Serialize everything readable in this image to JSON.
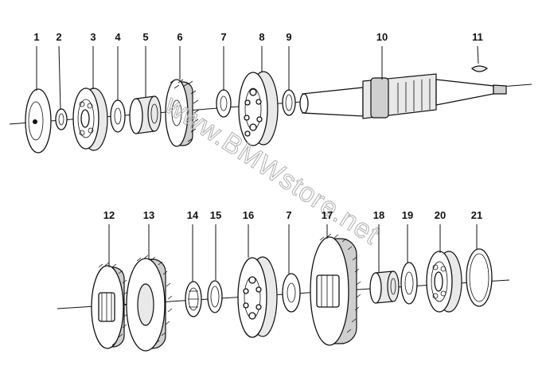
{
  "callouts": [
    {
      "id": "c1",
      "label": "1"
    },
    {
      "id": "c2",
      "label": "2"
    },
    {
      "id": "c3",
      "label": "3"
    },
    {
      "id": "c4",
      "label": "4"
    },
    {
      "id": "c5",
      "label": "5"
    },
    {
      "id": "c6",
      "label": "6"
    },
    {
      "id": "c7a",
      "label": "7"
    },
    {
      "id": "c8",
      "label": "8"
    },
    {
      "id": "c9",
      "label": "9"
    },
    {
      "id": "c10",
      "label": "10"
    },
    {
      "id": "c11",
      "label": "11"
    },
    {
      "id": "c12",
      "label": "12"
    },
    {
      "id": "c13",
      "label": "13"
    },
    {
      "id": "c14",
      "label": "14"
    },
    {
      "id": "c15",
      "label": "15"
    },
    {
      "id": "c16",
      "label": "16"
    },
    {
      "id": "c7b",
      "label": "7"
    },
    {
      "id": "c17",
      "label": "17"
    },
    {
      "id": "c18",
      "label": "18"
    },
    {
      "id": "c19",
      "label": "19"
    },
    {
      "id": "c20",
      "label": "20"
    },
    {
      "id": "c21",
      "label": "21"
    }
  ],
  "watermark": "www.BMWstore.net"
}
